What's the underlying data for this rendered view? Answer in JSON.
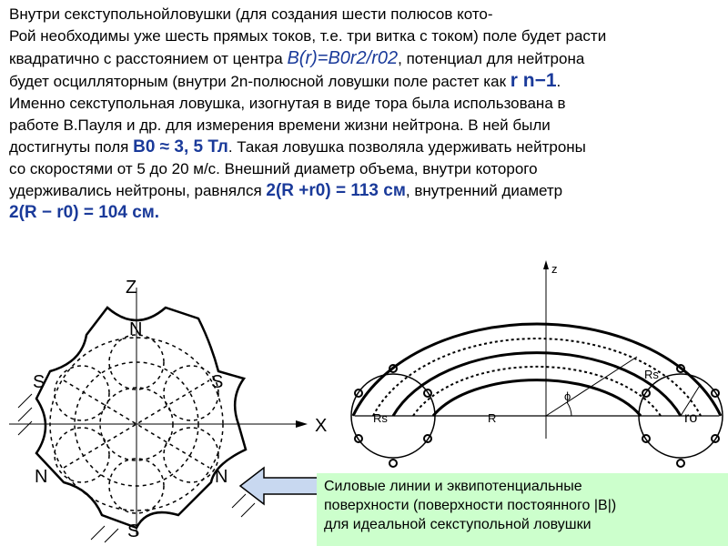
{
  "paragraph": {
    "line1": "Внутри секступольнойловушки  (для создания шести полюсов кото-",
    "line2": "Рой необходимы  уже шесть прямых токов, т.е. три витка с током) поле будет расти",
    "line3_pre": "квадратично с расстоянием  от центра ",
    "line3_formula": "B(r)=B0r2/r02",
    "line3_post": ", потенциал для нейтрона",
    "line4_pre": "будет осцилляторным  (внутри 2n-полюсной  ловушки поле растет как ",
    "line4_formula": "r n−1",
    "line4_post": ".",
    "line5": "Именно  секступольная  ловушка, изогнутая в виде тора была использована в",
    "line6": "работе В.Пауля и др. для измерения  времени жизни нейтрона.  В ней были",
    "line7_pre": "достигнуты  поля ",
    "line7_field": "B0 ≈ 3, 5 Тл",
    "line7_post": ". Такая ловушка позволяла удерживать нейтроны",
    "line8": "со скоростями от 5 до 20 м/с. Внешний  диаметр объема, внутри которого",
    "line9_pre": "удерживались  нейтроны,  равнялся ",
    "line9_formula": "2(R +r0) = 113 см",
    "line9_post": ", внутренний  диаметр",
    "line10_formula": "2(R − r0) = 104 см."
  },
  "sextupole_figure": {
    "axis_z": "Z",
    "axis_x": "X",
    "poles": [
      "N",
      "S",
      "S",
      "N",
      "N",
      "S"
    ]
  },
  "torus_figure": {
    "labels": {
      "z": "z",
      "rs_left": "Rs",
      "rs_right": "Rs",
      "R": "R",
      "phi": "ϕ",
      "r0": "ro"
    }
  },
  "caption": {
    "line1": "Силовые линии  и эквипотенциальные",
    "line2": "поверхности  (поверхности  постоянного  |B|)",
    "line3": "для идеальной  секступольной  ловушки",
    "background_color": "#ccffcc"
  },
  "arrow_color": "#c8d8f0"
}
